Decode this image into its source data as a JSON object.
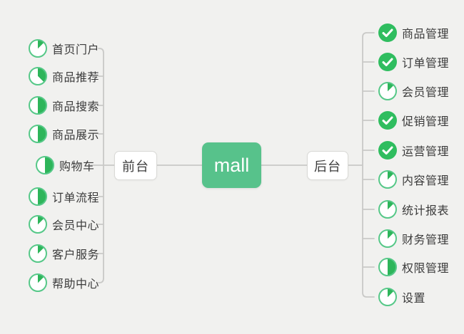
{
  "background": "#f1f1ef",
  "palette": {
    "root_node_green": "#57c28b",
    "done_check_green": "#2fbd5f",
    "pie_fill_green": "#2eb55a",
    "pie_ring_green": "#56c888",
    "connector_gray": "#c9c9c7",
    "branch_box_border": "#d9d9d6",
    "text_dark": "#3b3b3b"
  },
  "center_node": {
    "label": "mall"
  },
  "left_branch": {
    "label": "前台",
    "items": [
      {
        "label": "首页门户",
        "icon": "pie-progress-icon",
        "progress": 0.125
      },
      {
        "label": "商品推荐",
        "icon": "pie-progress-icon",
        "progress": 0.375
      },
      {
        "label": "商品搜索",
        "icon": "pie-progress-icon",
        "progress": 0.5
      },
      {
        "label": "商品展示",
        "icon": "pie-progress-icon",
        "progress": 0.5
      },
      {
        "label": "购物车",
        "icon": "pie-progress-icon",
        "progress": 0.5
      },
      {
        "label": "订单流程",
        "icon": "pie-progress-icon",
        "progress": 0.5
      },
      {
        "label": "会员中心",
        "icon": "pie-progress-icon",
        "progress": 0.125
      },
      {
        "label": "客户服务",
        "icon": "pie-progress-icon",
        "progress": 0.125
      },
      {
        "label": "帮助中心",
        "icon": "pie-progress-icon",
        "progress": 0.125
      }
    ]
  },
  "right_branch": {
    "label": "后台",
    "items": [
      {
        "label": "商品管理",
        "icon": "check-done-icon",
        "progress": 1
      },
      {
        "label": "订单管理",
        "icon": "check-done-icon",
        "progress": 1
      },
      {
        "label": "会员管理",
        "icon": "pie-progress-icon",
        "progress": 0.125
      },
      {
        "label": "促销管理",
        "icon": "check-done-icon",
        "progress": 1
      },
      {
        "label": "运营管理",
        "icon": "check-done-icon",
        "progress": 1
      },
      {
        "label": "内容管理",
        "icon": "pie-progress-icon",
        "progress": 0.125
      },
      {
        "label": "统计报表",
        "icon": "pie-progress-icon",
        "progress": 0.125
      },
      {
        "label": "财务管理",
        "icon": "pie-progress-icon",
        "progress": 0.125
      },
      {
        "label": "权限管理",
        "icon": "pie-progress-icon",
        "progress": 0.5
      },
      {
        "label": "设置",
        "icon": "pie-progress-icon",
        "progress": 0.125
      }
    ]
  }
}
